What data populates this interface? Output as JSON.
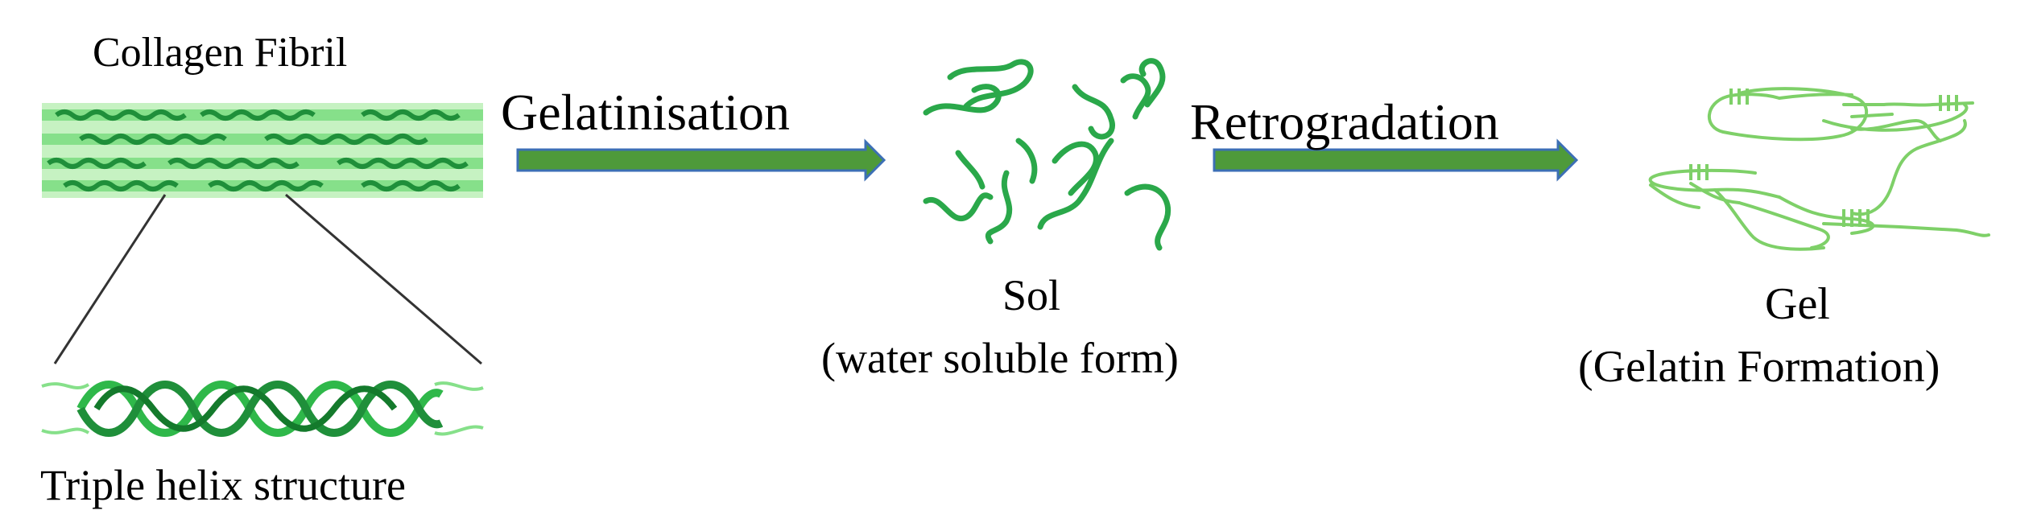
{
  "labels": {
    "collagen_fibril": "Collagen Fibril",
    "gelatinisation": "Gelatinisation",
    "retrogradation": "Retrogradation",
    "sol": "Sol",
    "sol_sub": "(water soluble form)",
    "gel": "Gel",
    "gel_sub": "(Gelatin Formation)",
    "triple_helix": "Triple helix structure"
  },
  "colors": {
    "arrow_fill": "#4e9a3a",
    "arrow_outline": "#3c6fb5",
    "dark_green": "#1f8f3a",
    "mid_green": "#2fb84a",
    "light_green": "#86e08a",
    "pale_green": "#c6f2c2",
    "sol_strand": "#2aa84a",
    "gel_strand": "#7ed068"
  }
}
